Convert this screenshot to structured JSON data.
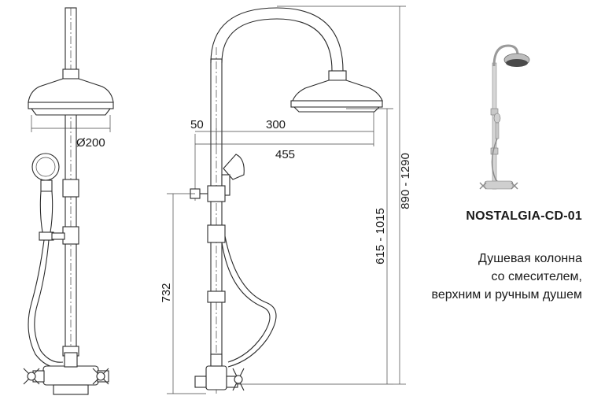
{
  "product": {
    "model": "NOSTALGIA-CD-01",
    "description": [
      "Душевая колонна",
      "со смесителем,",
      "верхним и ручным душем"
    ]
  },
  "dimensions": {
    "diameter": "Ø200",
    "offset_50": "50",
    "reach_300": "300",
    "reach_455": "455",
    "height_732": "732",
    "height_615_1015": "615 - 1015",
    "height_890_1290": "890 - 1290"
  }
}
